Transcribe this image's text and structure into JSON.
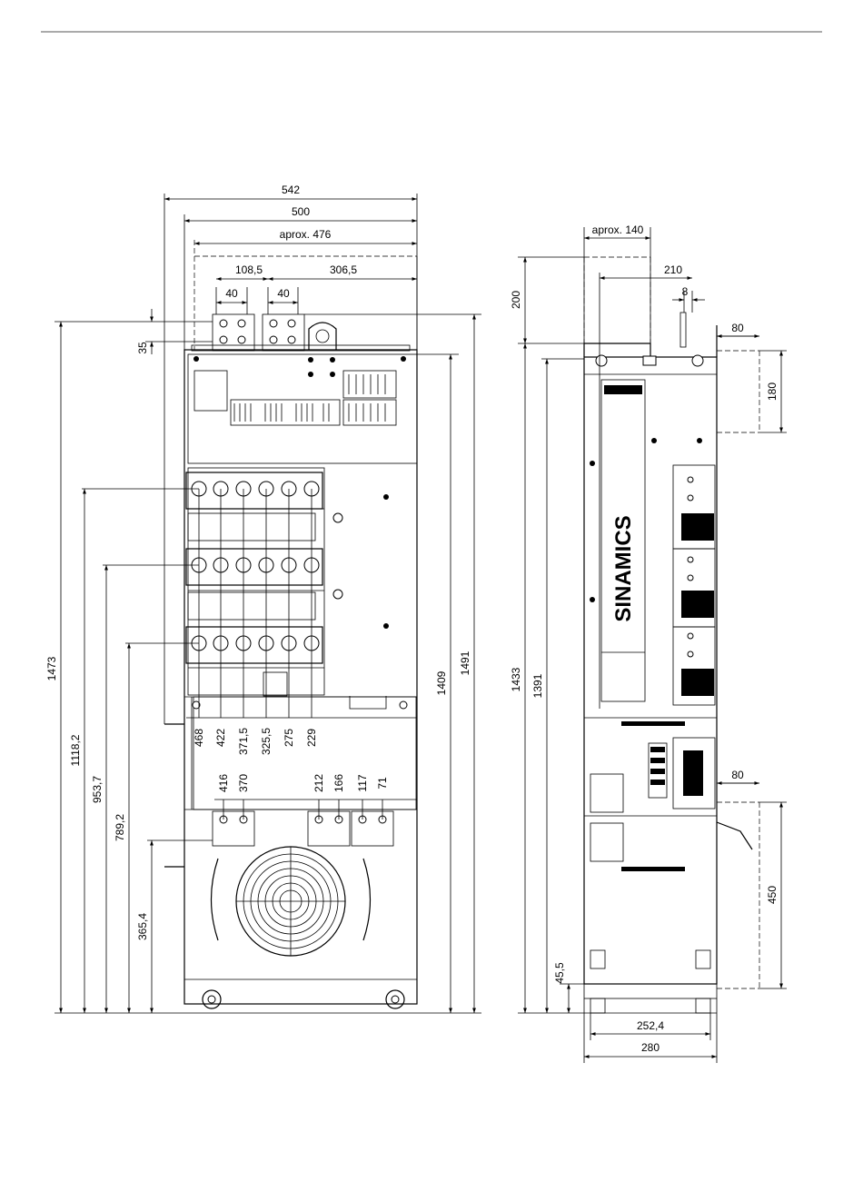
{
  "front_view": {
    "width_dims": {
      "w542": "542",
      "w500": "500",
      "w476": "aprox. 476",
      "w108_5": "108,5",
      "w306_5": "306,5",
      "w40_a": "40",
      "w40_b": "40"
    },
    "height_dims": {
      "h35": "35",
      "h1473": "1473",
      "h1118_2": "1118,2",
      "h953_7": "953,7",
      "h789_2": "789,2",
      "h365_4": "365,4",
      "h1409": "1409",
      "h1491": "1491"
    },
    "terminal_positions_upper": [
      "468",
      "422",
      "371,5",
      "325,5",
      "275",
      "229"
    ],
    "terminal_positions_lower": [
      "416",
      "370",
      "212",
      "166",
      "117",
      "71"
    ]
  },
  "side_view": {
    "brand": "SINAMICS",
    "width_dims": {
      "d140": "aprox. 140",
      "d210": "210",
      "d8": "8",
      "d80_top": "80",
      "d80_bottom": "80",
      "d252_4": "252,4",
      "d280": "280"
    },
    "height_dims": {
      "h200": "200",
      "h180": "180",
      "h1433": "1433",
      "h1391": "1391",
      "h45_5": "45,5",
      "h450": "450"
    }
  }
}
